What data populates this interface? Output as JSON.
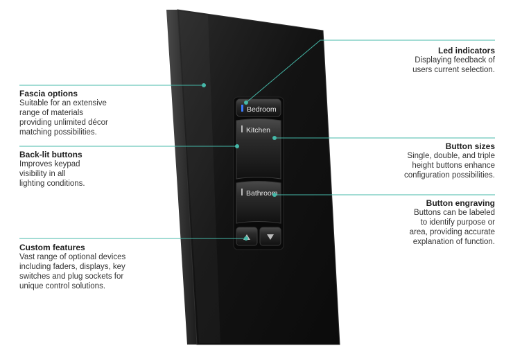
{
  "callouts": {
    "led_indicators": {
      "title": "Led indicators",
      "description": "Displaying feedback of\nusers current selection."
    },
    "fascia_options": {
      "title": "Fascia options",
      "description": "Suitable for an extensive\nrange of materials\nproviding unlimited décor\nmatching possibilities."
    },
    "button_sizes": {
      "title": "Button sizes",
      "description": "Single, double, and triple\nheight buttons enhance\nconfiguration possibilities."
    },
    "back_lit_buttons": {
      "title": "Back-lit buttons",
      "description": "Improves keypad\nvisibility in all\nlighting conditions."
    },
    "button_engraving": {
      "title": "Button engraving",
      "description": "Buttons can be labeled\nto identify purpose or\narea, providing accurate\nexplanation of function."
    },
    "custom_features": {
      "title": "Custom features",
      "description": "Vast range of optional devices\nincluding faders, displays, key\nswitches and plug sockets for\nunique control solutions."
    }
  },
  "keypad": {
    "buttons": [
      "Bedroom",
      "Kitchen",
      "Bathroom"
    ],
    "arrows": [
      "up-arrow",
      "down-arrow"
    ]
  },
  "colors": {
    "leader_line": "#45b8a8",
    "panel": "#141414",
    "led": "#3a7bff"
  }
}
